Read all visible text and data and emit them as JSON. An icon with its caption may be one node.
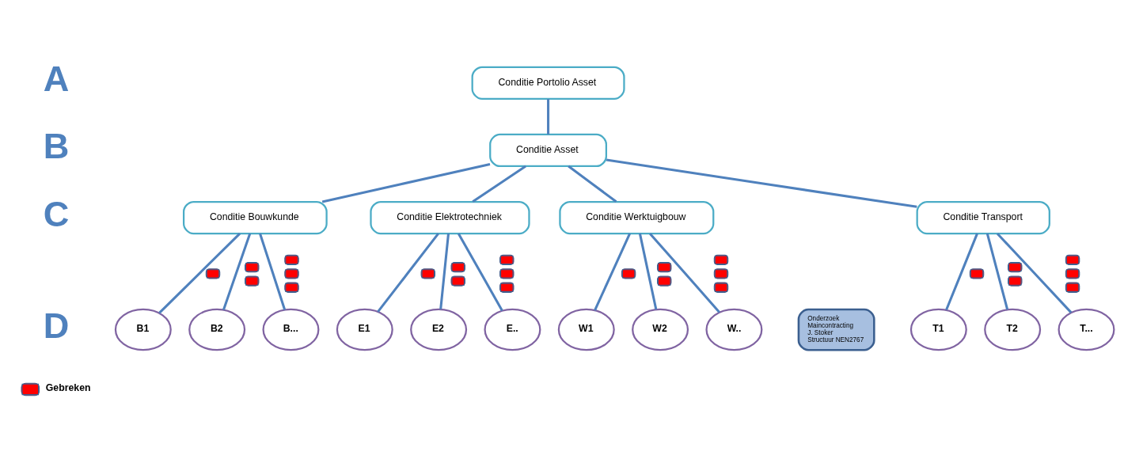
{
  "diagram": {
    "nodes": [
      {
        "text": [
          "Conditie Portolio Asset"
        ]
      },
      {
        "text": [
          "Conditie Asset"
        ]
      },
      {
        "text": [
          "Conditie Bouwkunde"
        ]
      },
      {
        "text": [
          "Conditie Elektrotechniek"
        ]
      },
      {
        "text": [
          "Conditie Werktuigbouw"
        ]
      },
      {
        "text": [
          "Conditie Transport"
        ]
      },
      {
        "text": [
          "B1"
        ]
      },
      {
        "text": [
          "B2"
        ]
      },
      {
        "text": [
          "B..."
        ]
      },
      {
        "text": [
          "E1"
        ]
      },
      {
        "text": [
          "E2"
        ]
      },
      {
        "text": [
          "E.."
        ]
      },
      {
        "text": [
          "W1"
        ]
      },
      {
        "text": [
          "W2"
        ]
      },
      {
        "text": [
          "W.."
        ]
      },
      {
        "text": [
          "Onderzoek Maincontracting J. Stoker Structuur NEN2767"
        ]
      },
      {
        "text": [
          "T1"
        ]
      },
      {
        "text": [
          "T2"
        ]
      },
      {
        "text": [
          "T..."
        ]
      }
    ],
    "edges": [
      {
        "from": 0,
        "to": 1,
        "arrow": "none"
      },
      {
        "from": 1,
        "to": 2,
        "arrow": "none"
      },
      {
        "from": 1,
        "to": 3,
        "arrow": "none"
      },
      {
        "from": 1,
        "to": 4,
        "arrow": "none"
      },
      {
        "from": 1,
        "to": 5,
        "arrow": "none"
      },
      {
        "from": 2,
        "to": 6,
        "arrow": "none"
      },
      {
        "from": 2,
        "to": 7,
        "arrow": "none"
      },
      {
        "from": 2,
        "to": 8,
        "arrow": "none"
      },
      {
        "from": 3,
        "to": 9,
        "arrow": "none"
      },
      {
        "from": 3,
        "to": 10,
        "arrow": "none"
      },
      {
        "from": 3,
        "to": 11,
        "arrow": "none"
      },
      {
        "from": 4,
        "to": 12,
        "arrow": "none"
      },
      {
        "from": 4,
        "to": 13,
        "arrow": "none"
      },
      {
        "from": 4,
        "to": 14,
        "arrow": "none"
      },
      {
        "from": 5,
        "to": 16,
        "arrow": "none"
      },
      {
        "from": 5,
        "to": 17,
        "arrow": "none"
      },
      {
        "from": 5,
        "to": 18,
        "arrow": "none"
      }
    ],
    "labels": [
      "A",
      "B",
      "C",
      "D"
    ],
    "legend": [
      {
        "text": "Gebreken",
        "color": "#ff0000"
      }
    ]
  }
}
